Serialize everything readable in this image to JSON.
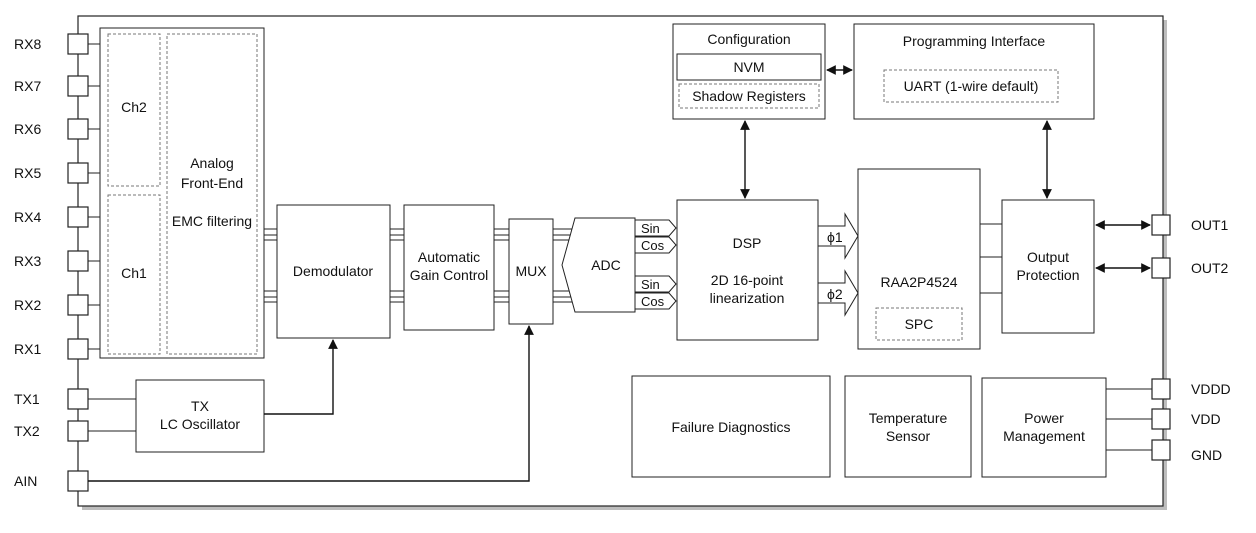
{
  "inputs": {
    "rx8": "RX8",
    "rx7": "RX7",
    "rx6": "RX6",
    "rx5": "RX5",
    "rx4": "RX4",
    "rx3": "RX3",
    "rx2": "RX2",
    "rx1": "RX1",
    "tx1": "TX1",
    "tx2": "TX2",
    "ain": "AIN"
  },
  "outputs": {
    "out1": "OUT1",
    "out2": "OUT2",
    "vddd": "VDDD",
    "vdd": "VDD",
    "gnd": "GND"
  },
  "afe": {
    "ch2": "Ch2",
    "ch1": "Ch1",
    "line1": "Analog",
    "line2": "Front-End",
    "line3": "EMC filtering"
  },
  "tx_osc": {
    "line1": "TX",
    "line2": "LC Oscillator"
  },
  "demodulator": "Demodulator",
  "agc": {
    "line1": "Automatic",
    "line2": "Gain Control"
  },
  "mux": "MUX",
  "adc": "ADC",
  "adc_out": {
    "sin1": "Sin",
    "cos1": "Cos",
    "sin2": "Sin",
    "cos2": "Cos"
  },
  "dsp": {
    "title": "DSP",
    "line1": "2D 16-point",
    "line2": "linearization"
  },
  "phi": {
    "phi1": "ϕ1",
    "phi2": "ϕ2"
  },
  "configuration": {
    "title": "Configuration",
    "nvm": "NVM",
    "shadow": "Shadow Registers"
  },
  "programming": {
    "title": "Programming Interface",
    "uart": "UART (1-wire default)"
  },
  "raa": {
    "title": "RAA2P4524",
    "spc": "SPC"
  },
  "output_protection": {
    "line1": "Output",
    "line2": "Protection"
  },
  "failure_diag": "Failure Diagnostics",
  "temp_sensor": {
    "line1": "Temperature",
    "line2": "Sensor"
  },
  "power_mgmt": {
    "line1": "Power",
    "line2": "Management"
  }
}
